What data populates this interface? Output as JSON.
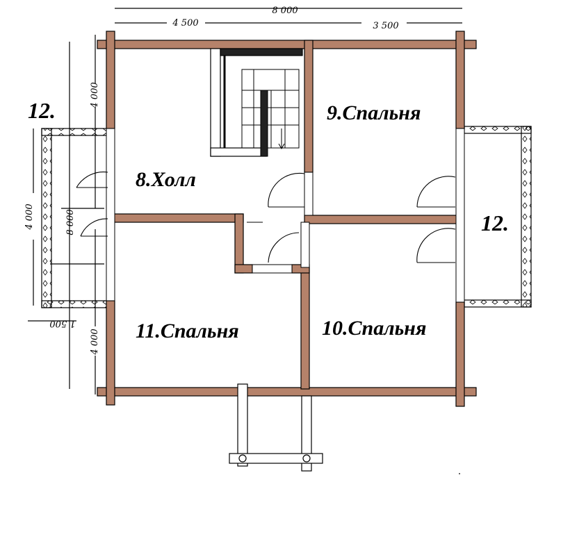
{
  "plan": {
    "dimensions": {
      "total_top": "8 000",
      "left_top": "4 500",
      "right_top": "3 500",
      "left_upper": "4 000",
      "left_lower": "4 000",
      "left_total": "8 000",
      "balcony_depth": "4 000",
      "balcony_width": "1 500"
    },
    "rooms": {
      "hall": "8.Холл",
      "bedroom_9": "9.Спальня",
      "bedroom_10": "10.Спальня",
      "bedroom_11": "11.Спальня"
    },
    "balconies": {
      "left": "12.",
      "right": "12."
    },
    "colors": {
      "wall": "#b5826a",
      "outline": "#000000",
      "background": "#ffffff"
    }
  }
}
